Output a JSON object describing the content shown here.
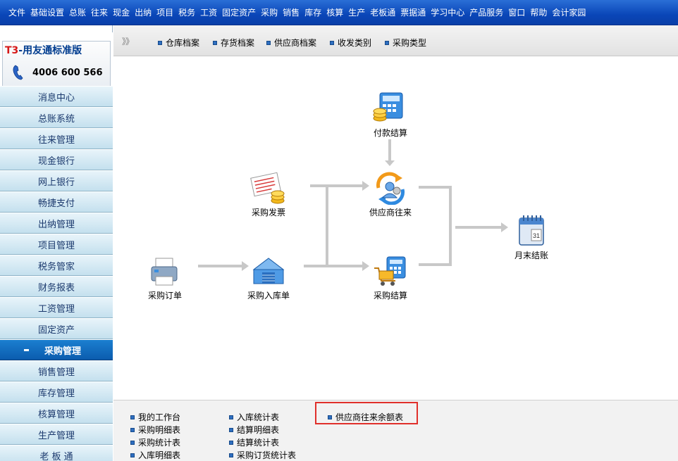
{
  "menubar": [
    "文件",
    "基础设置",
    "总账",
    "往来",
    "现金",
    "出纳",
    "项目",
    "税务",
    "工资",
    "固定资产",
    "采购",
    "销售",
    "库存",
    "核算",
    "生产",
    "老板通",
    "票据通",
    "学习中心",
    "产品服务",
    "窗口",
    "帮助",
    "会计家园"
  ],
  "logo": {
    "brand_prefix": "T3",
    "brand_rest": "-用友通标准版",
    "phone": "4006 600 566"
  },
  "nav": [
    "消息中心",
    "总账系统",
    "往来管理",
    "现金银行",
    "网上银行",
    "畅捷支付",
    "出纳管理",
    "项目管理",
    "税务管家",
    "财务报表",
    "工资管理",
    "固定资产",
    "采购管理",
    "销售管理",
    "库存管理",
    "核算管理",
    "生产管理",
    "老 板 通"
  ],
  "nav_active": "采购管理",
  "tabs": {
    "chev": "》》",
    "items": [
      "仓库档案",
      "存货档案",
      "供应商档案",
      "收发类别",
      "采购类型"
    ]
  },
  "nodes": {
    "payment": "付款结算",
    "invoice": "采购发票",
    "supplier": "供应商往来",
    "monthend": "月末结账",
    "order": "采购订单",
    "receipt": "采购入库单",
    "settle": "采购结算"
  },
  "bottom": {
    "col1": [
      "我的工作台",
      "采购明细表",
      "采购统计表",
      "入库明细表"
    ],
    "col2": [
      "入库统计表",
      "结算明细表",
      "结算统计表",
      "采购订货统计表"
    ],
    "col3": [
      "供应商往来余额表"
    ]
  },
  "colors": {
    "menubar": "#0a46b8",
    "nav_active": "#0b5cae",
    "highlight": "#e0302b",
    "arrow": "#c8c8c8"
  }
}
